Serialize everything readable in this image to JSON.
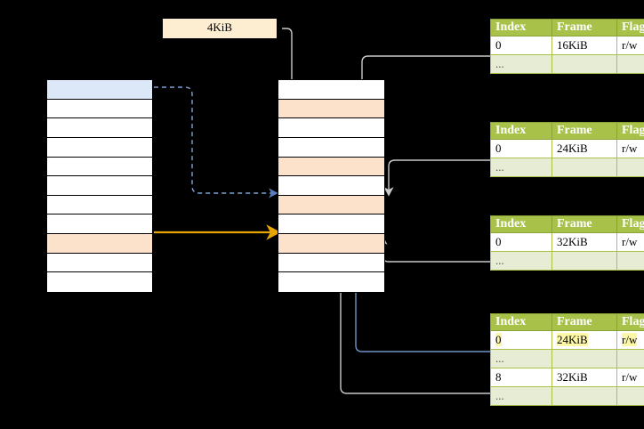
{
  "diagram": {
    "title_label": "4KiB",
    "virtual_memory_column": {
      "name": "virtual-address-space",
      "rows": [
        {
          "fill": "blue"
        },
        {
          "fill": "white"
        },
        {
          "fill": "white"
        },
        {
          "fill": "white"
        },
        {
          "fill": "white"
        },
        {
          "fill": "white"
        },
        {
          "fill": "white"
        },
        {
          "fill": "white"
        },
        {
          "fill": "peach"
        },
        {
          "fill": "white"
        },
        {
          "fill": "white"
        }
      ]
    },
    "physical_memory_column": {
      "name": "physical-address-space",
      "rows": [
        {
          "fill": "white"
        },
        {
          "fill": "peach"
        },
        {
          "fill": "white"
        },
        {
          "fill": "white"
        },
        {
          "fill": "peach"
        },
        {
          "fill": "white"
        },
        {
          "fill": "peach"
        },
        {
          "fill": "white"
        },
        {
          "fill": "peach"
        },
        {
          "fill": "white"
        },
        {
          "fill": "white"
        }
      ]
    },
    "page_tables": [
      {
        "name": "page-table-level-1",
        "headers": [
          "Index",
          "Frame",
          "Flags"
        ],
        "rows": [
          {
            "cells": [
              "0",
              "16KiB",
              "r/w"
            ],
            "ellipsis": false,
            "highlight": false
          },
          {
            "cells": [
              "...",
              "",
              ""
            ],
            "ellipsis": true,
            "highlight": false
          }
        ]
      },
      {
        "name": "page-table-level-2",
        "headers": [
          "Index",
          "Frame",
          "Flags"
        ],
        "rows": [
          {
            "cells": [
              "0",
              "24KiB",
              "r/w"
            ],
            "ellipsis": false,
            "highlight": false
          },
          {
            "cells": [
              "...",
              "",
              ""
            ],
            "ellipsis": true,
            "highlight": false
          }
        ]
      },
      {
        "name": "page-table-level-3",
        "headers": [
          "Index",
          "Frame",
          "Flags"
        ],
        "rows": [
          {
            "cells": [
              "0",
              "32KiB",
              "r/w"
            ],
            "ellipsis": false,
            "highlight": false
          },
          {
            "cells": [
              "...",
              "",
              ""
            ],
            "ellipsis": true,
            "highlight": false
          }
        ]
      },
      {
        "name": "page-table-level-4",
        "headers": [
          "Index",
          "Frame",
          "Flags"
        ],
        "rows": [
          {
            "cells": [
              "0",
              "24KiB",
              "r/w"
            ],
            "ellipsis": false,
            "highlight": true
          },
          {
            "cells": [
              "...",
              "",
              ""
            ],
            "ellipsis": true,
            "highlight": false
          },
          {
            "cells": [
              "8",
              "32KiB",
              "r/w"
            ],
            "ellipsis": false,
            "highlight": false
          },
          {
            "cells": [
              "...",
              "",
              ""
            ],
            "ellipsis": true,
            "highlight": false
          }
        ]
      }
    ],
    "colors": {
      "background": "#000000",
      "header_green": "#a8c249",
      "ellipsis_green": "#e7edd4",
      "peach_fill": "#fde2cb",
      "blue_fill": "#dce8f8",
      "chip_fill": "#fdeed2",
      "highlight_yellow": "#fdf7a8",
      "connector_gray": "#c9c9c9",
      "arrow_blue": "#6f94c9",
      "arrow_orange": "#e8a400"
    }
  }
}
